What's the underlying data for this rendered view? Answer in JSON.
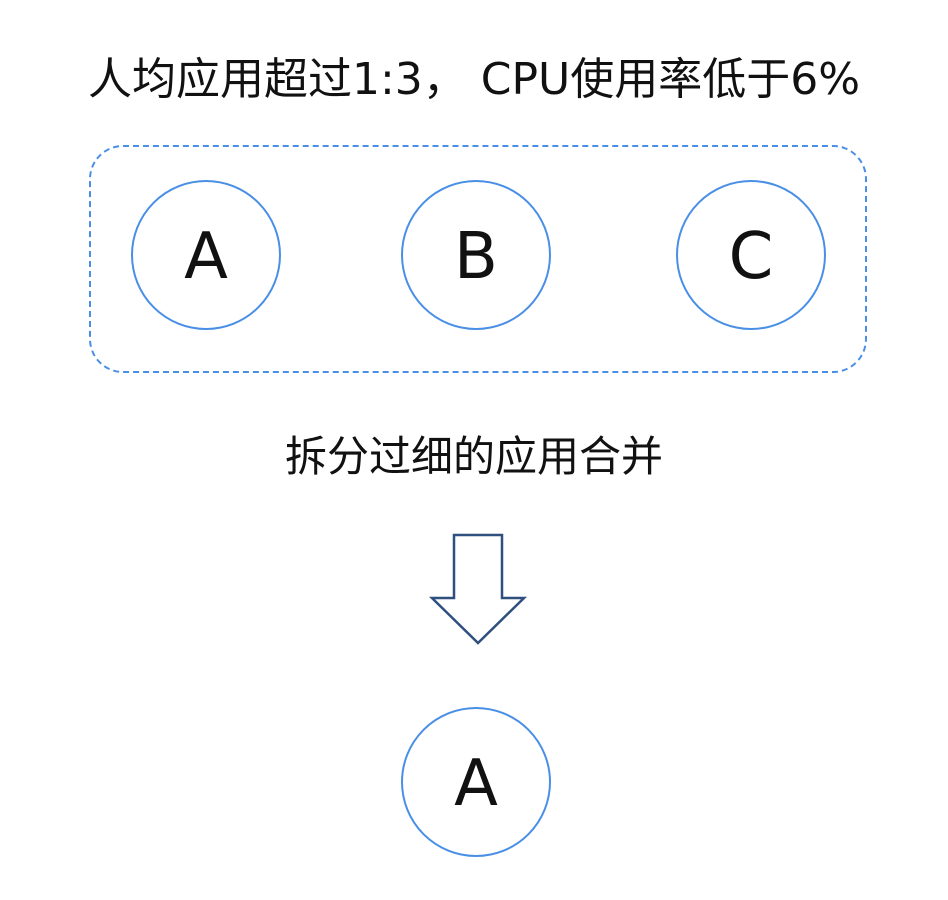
{
  "title": "人均应用超过1:3， CPU使用率低于6%",
  "group": {
    "nodes": [
      {
        "label": "A"
      },
      {
        "label": "B"
      },
      {
        "label": "C"
      }
    ]
  },
  "caption": "拆分过细的应用合并",
  "arrow_icon": "down-arrow-icon",
  "result": {
    "label": "A"
  },
  "colors": {
    "accent": "#4a8fe6",
    "arrow_stroke": "#2f4f7f",
    "text": "#111111"
  }
}
